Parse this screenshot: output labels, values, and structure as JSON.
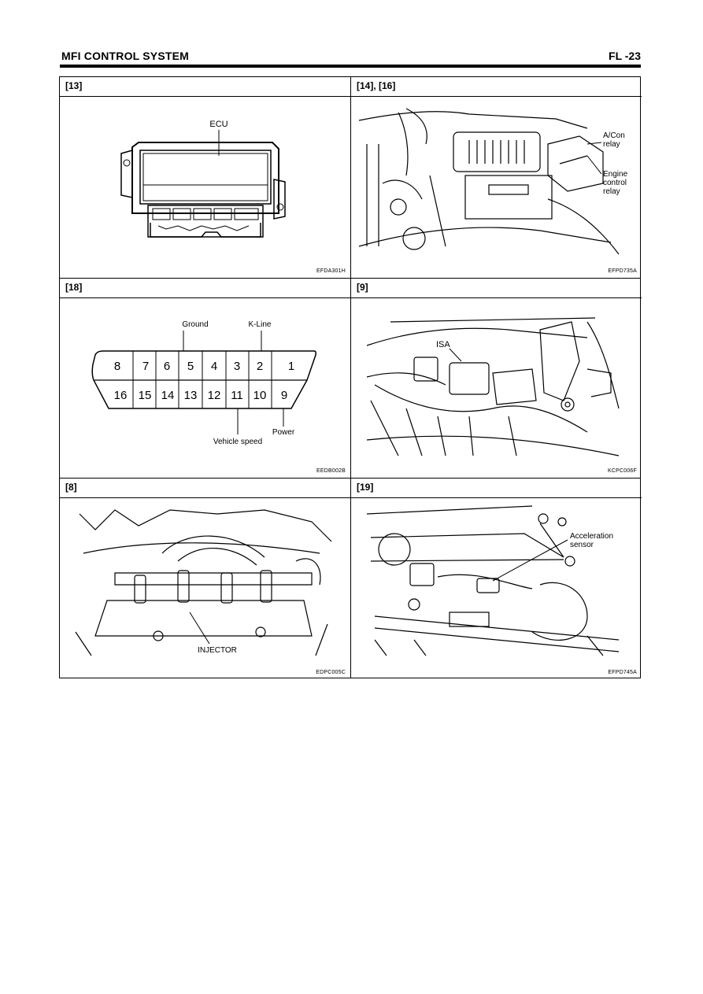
{
  "header": {
    "title": "MFI CONTROL SYSTEM",
    "page": "FL -23"
  },
  "panels": [
    {
      "label": "[13]",
      "code": "EFDA301H",
      "callouts": [
        "ECU"
      ]
    },
    {
      "label": "[14], [16]",
      "code": "EFPD735A",
      "callouts": [
        "A/Con",
        "relay",
        "Engine",
        "control",
        "relay"
      ]
    },
    {
      "label": "[18]",
      "code": "EEDB002B",
      "callouts": [
        "Ground",
        "K-Line",
        "Power",
        "Vehicle speed"
      ],
      "pins_top": [
        "8",
        "7",
        "6",
        "5",
        "4",
        "3",
        "2",
        "1"
      ],
      "pins_bottom": [
        "16",
        "15",
        "14",
        "13",
        "12",
        "11",
        "10",
        "9"
      ]
    },
    {
      "label": "[9]",
      "code": "KCPC006F",
      "callouts": [
        "ISA"
      ]
    },
    {
      "label": "[8]",
      "code": "EDPC005C",
      "callouts": [
        "INJECTOR"
      ]
    },
    {
      "label": "[19]",
      "code": "EFPD745A",
      "callouts": [
        "Acceleration",
        "sensor"
      ]
    }
  ]
}
